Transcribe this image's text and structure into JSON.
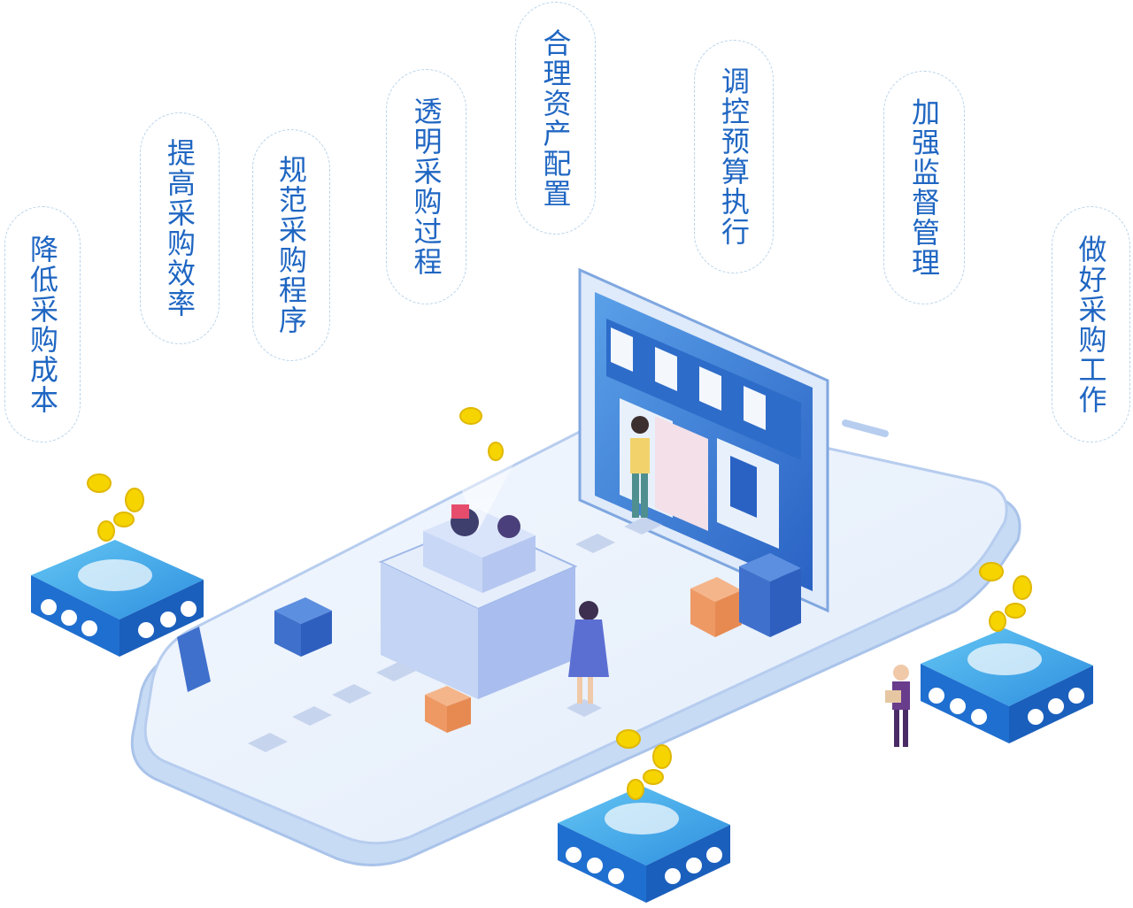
{
  "benefits": [
    {
      "label": "降低采购成本"
    },
    {
      "label": "提高采购效率"
    },
    {
      "label": "规范采购程序"
    },
    {
      "label": "透明采购过程"
    },
    {
      "label": "合理资产配置"
    },
    {
      "label": "调控预算执行"
    },
    {
      "label": "加强监督管理"
    },
    {
      "label": "做好采购工作"
    }
  ],
  "colors": {
    "text": "#1f66c2",
    "pill_border": "#b9d3ea",
    "phone_body": "#e8f1fb",
    "phone_edge": "#b7cdef",
    "platform_top": "#4fb2ea",
    "platform_side": "#1f6fd0",
    "coin": "#f5d400",
    "store_awning": "#2e6cc9"
  }
}
